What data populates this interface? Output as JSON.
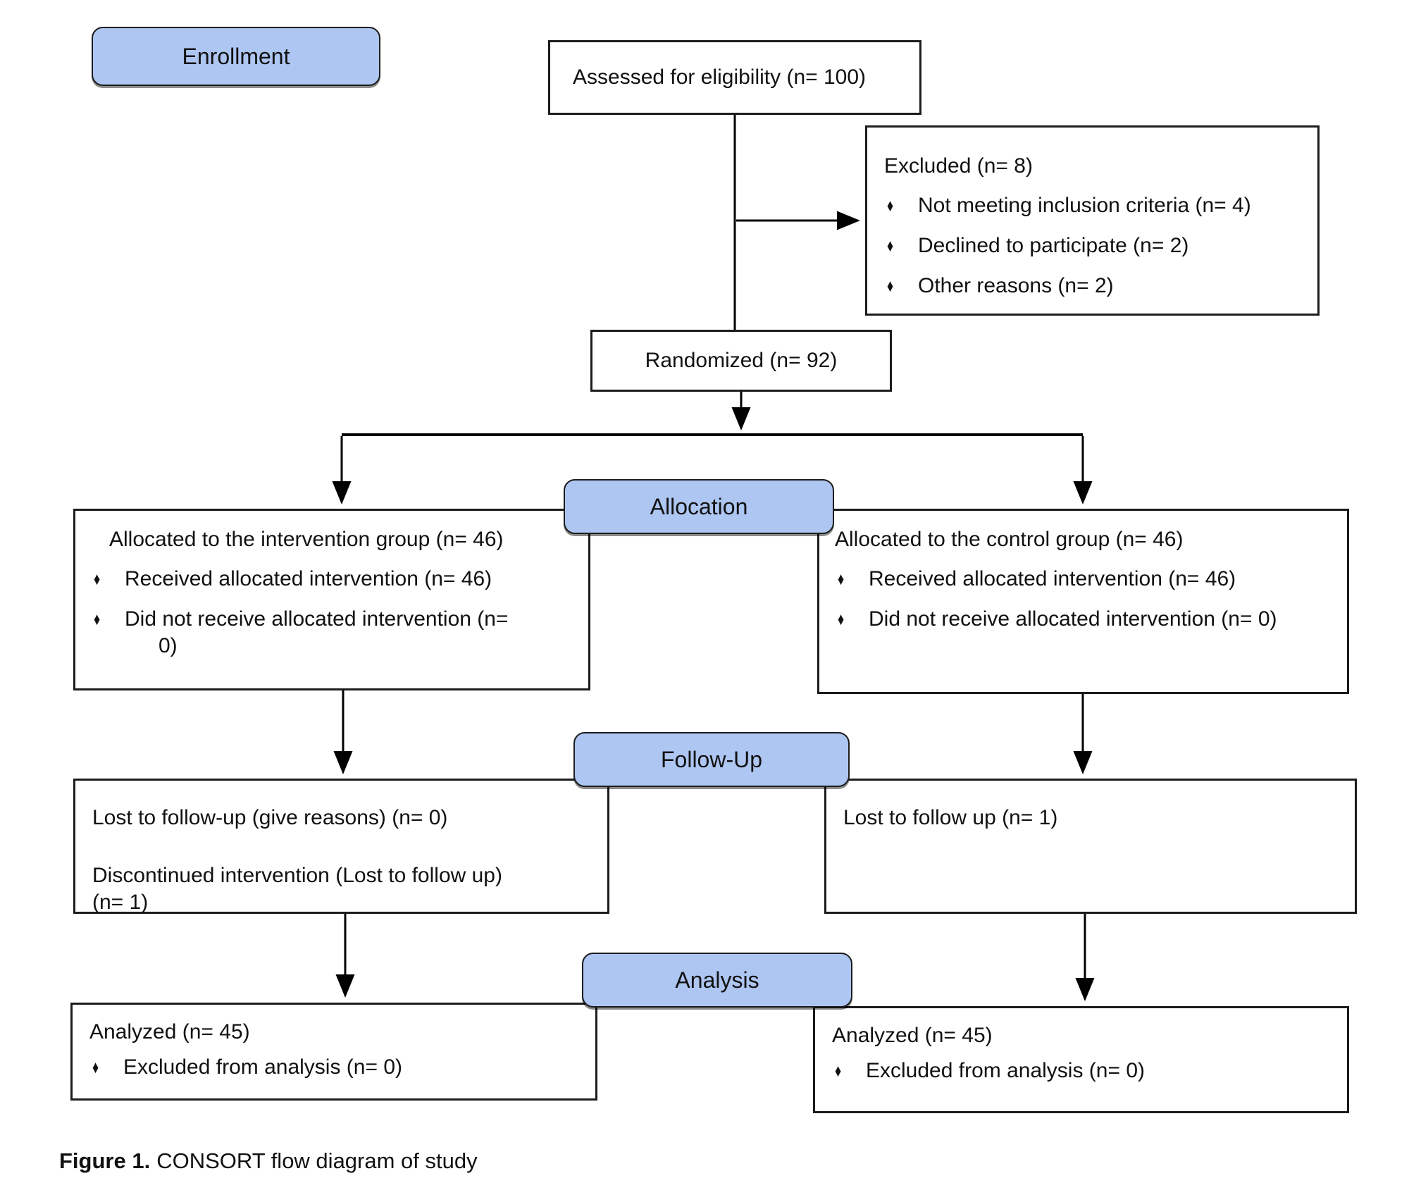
{
  "figure": {
    "stages": {
      "enrollment": "Enrollment",
      "allocation": "Allocation",
      "follow_up": "Follow-Up",
      "analysis": "Analysis"
    },
    "boxes": {
      "assessed": {
        "text": "Assessed for eligibility (n= 100)"
      },
      "excluded": {
        "title": "Excluded (n= 8)",
        "bullets": [
          "Not meeting inclusion criteria (n= 4)",
          "Declined to participate (n= 2)",
          "Other reasons (n= 2)"
        ]
      },
      "randomized": {
        "text": "Randomized (n= 92)"
      },
      "allocation_intervention": {
        "title": "Allocated to the intervention group (n= 46)",
        "bullet1": "Received allocated intervention (n= 46)",
        "bullet2_line1": "Did not receive allocated intervention (n=",
        "bullet2_line2": "0)"
      },
      "allocation_control": {
        "title": "Allocated to the control group (n= 46)",
        "bullet1": "Received allocated intervention (n= 46)",
        "bullet2": "Did not receive allocated intervention (n= 0)"
      },
      "follow_up_intervention": {
        "line1": "Lost to follow-up (give reasons) (n= 0)",
        "line2": "Discontinued intervention (Lost to follow up)",
        "line3": "(n= 1)"
      },
      "follow_up_control": {
        "line1": "Lost to follow up (n= 1)"
      },
      "analysis_intervention": {
        "title": "Analyzed (n= 45)",
        "bullet1": "Excluded from analysis (n= 0)"
      },
      "analysis_control": {
        "title": "Analyzed (n= 45)",
        "bullet1": "Excluded from analysis (n= 0)"
      }
    },
    "caption": {
      "label": "Figure 1.",
      "text": "CONSORT flow diagram of study"
    },
    "bullet_char": "♦",
    "colors": {
      "stage_fill": "#aec6f2",
      "border": "#1c1c1c",
      "line": "#000000",
      "text": "#111111"
    }
  }
}
